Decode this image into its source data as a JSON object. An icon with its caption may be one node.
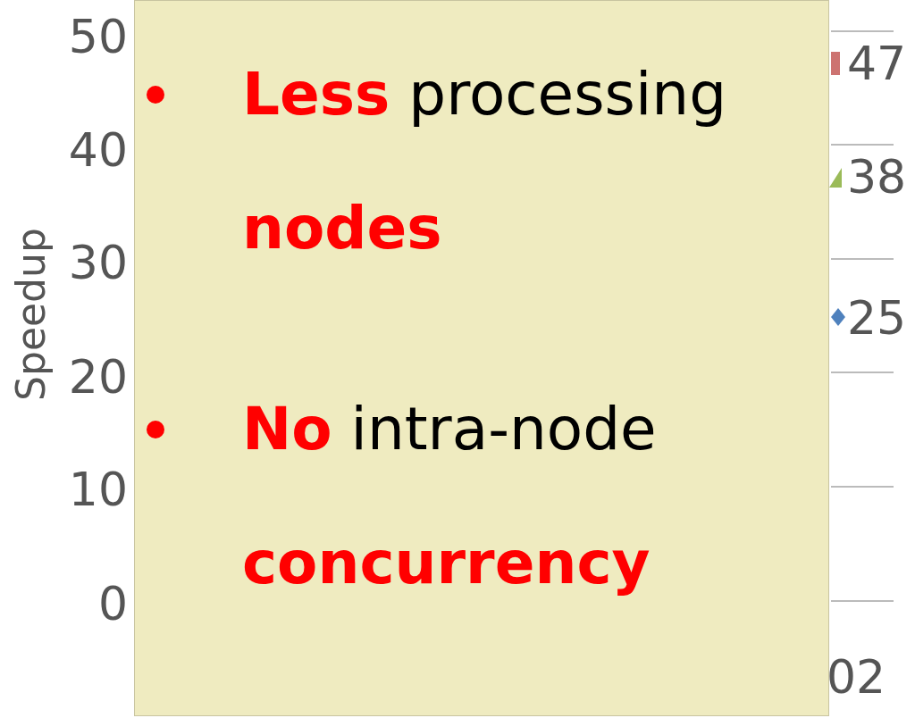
{
  "diagram": {
    "nodes": [
      {
        "text": [
          "**Less** processing **nodes**",
          "**No** intra-node **concurrency**"
        ]
      }
    ],
    "labels": [
      "50",
      "47",
      "40",
      "38",
      "Speedup",
      "30",
      "25",
      "20",
      "10",
      "0",
      "02"
    ]
  }
}
